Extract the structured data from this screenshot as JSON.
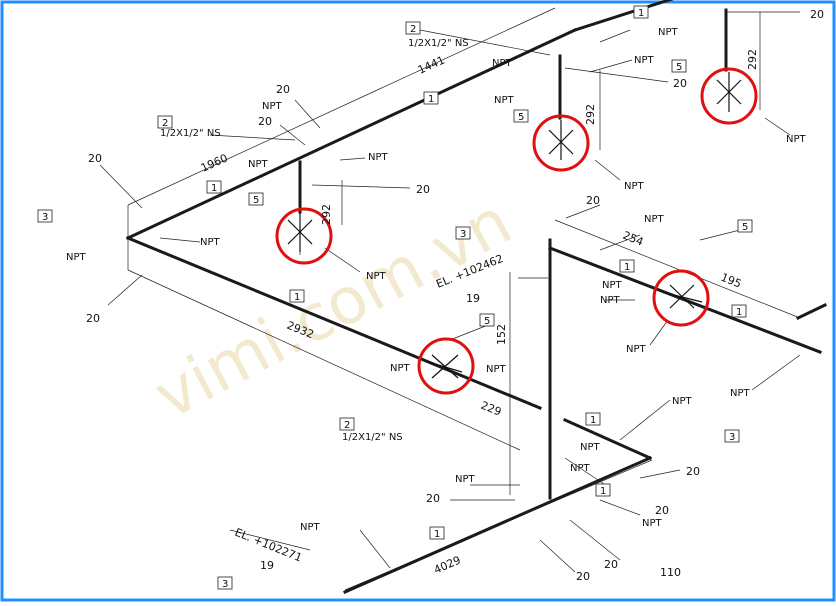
{
  "watermark": "vimi.com.vn",
  "labels": {
    "npt": "NPT",
    "ns_spec": "1/2X1/2\" NS",
    "d20": "20",
    "d19": "19",
    "d110": "110",
    "d1441": "1441",
    "d1960": "1960",
    "d2932": "2932",
    "d4029": "4029",
    "d254": "254",
    "d195": "195",
    "d229": "229",
    "d152": "152",
    "d292": "292",
    "el_top": "EL. +102462",
    "el_bottom": "EL. +102271",
    "tag1": "1",
    "tag2": "2",
    "tag3": "3",
    "tag5": "5"
  },
  "colors": {
    "pipe": "#1a1a1a",
    "highlight": "#e01010",
    "border": "#1e90ff",
    "watermark": "#ead8a8"
  }
}
